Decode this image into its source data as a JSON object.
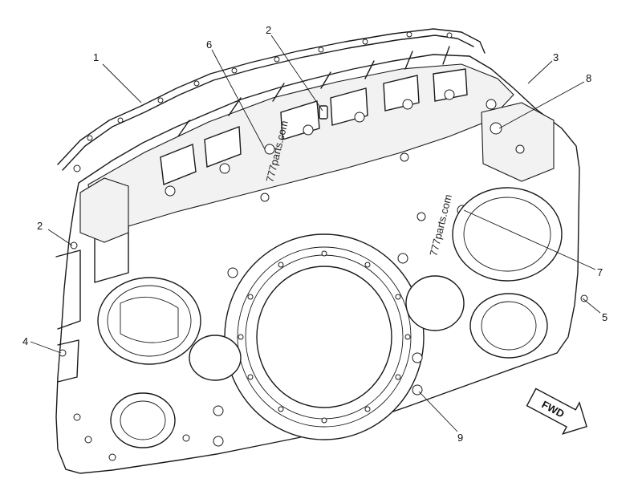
{
  "diagram": {
    "callouts": [
      {
        "id": "c1a",
        "label": "1"
      },
      {
        "id": "c2a",
        "label": "2"
      },
      {
        "id": "c2b",
        "label": "2"
      },
      {
        "id": "c3",
        "label": "3"
      },
      {
        "id": "c4",
        "label": "4"
      },
      {
        "id": "c5",
        "label": "5"
      },
      {
        "id": "c6",
        "label": "6"
      },
      {
        "id": "c7",
        "label": "7"
      },
      {
        "id": "c8",
        "label": "8"
      },
      {
        "id": "c9",
        "label": "9"
      }
    ],
    "direction_arrow": {
      "label": "FWD"
    },
    "watermarks": [
      "777parts.com",
      "777parts.com"
    ]
  }
}
